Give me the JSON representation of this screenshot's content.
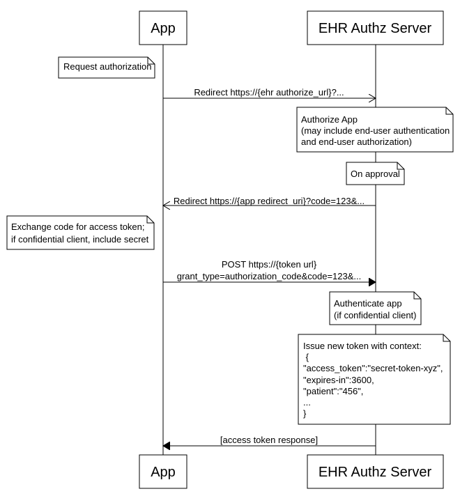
{
  "diagram": {
    "actors": [
      {
        "id": "app",
        "label": "App"
      },
      {
        "id": "server",
        "label": "EHR Authz Server"
      }
    ],
    "messages": [
      {
        "from": "app",
        "to": "server",
        "lines": [
          "Redirect https://{ehr authorize_url}?..."
        ],
        "arrow": "open"
      },
      {
        "from": "server",
        "to": "app",
        "lines": [
          "Redirect https://{app redirect_uri}?code=123&..."
        ],
        "arrow": "open"
      },
      {
        "from": "app",
        "to": "server",
        "lines": [
          "POST https://{token url}",
          "grant_type=authorization_code&code=123&..."
        ],
        "arrow": "filled"
      },
      {
        "from": "server",
        "to": "app",
        "lines": [
          "[access token response]"
        ],
        "arrow": "filled"
      }
    ],
    "notes": [
      {
        "lines": [
          "Request authorization"
        ]
      },
      {
        "lines": [
          "Authorize App",
          "(may include end-user authentication",
          "and end-user authorization)"
        ]
      },
      {
        "lines": [
          "On approval"
        ]
      },
      {
        "lines": [
          "Exchange code for access token;",
          "if confidential client, include secret"
        ]
      },
      {
        "lines": [
          "Authenticate app",
          "(if confidential client)"
        ]
      },
      {
        "lines": [
          "Issue new token with context:",
          " {",
          "\"access_token\":\"secret-token-xyz\",",
          "\"expires-in\":3600,",
          "\"patient\":\"456\",",
          "...",
          "}"
        ]
      }
    ]
  }
}
